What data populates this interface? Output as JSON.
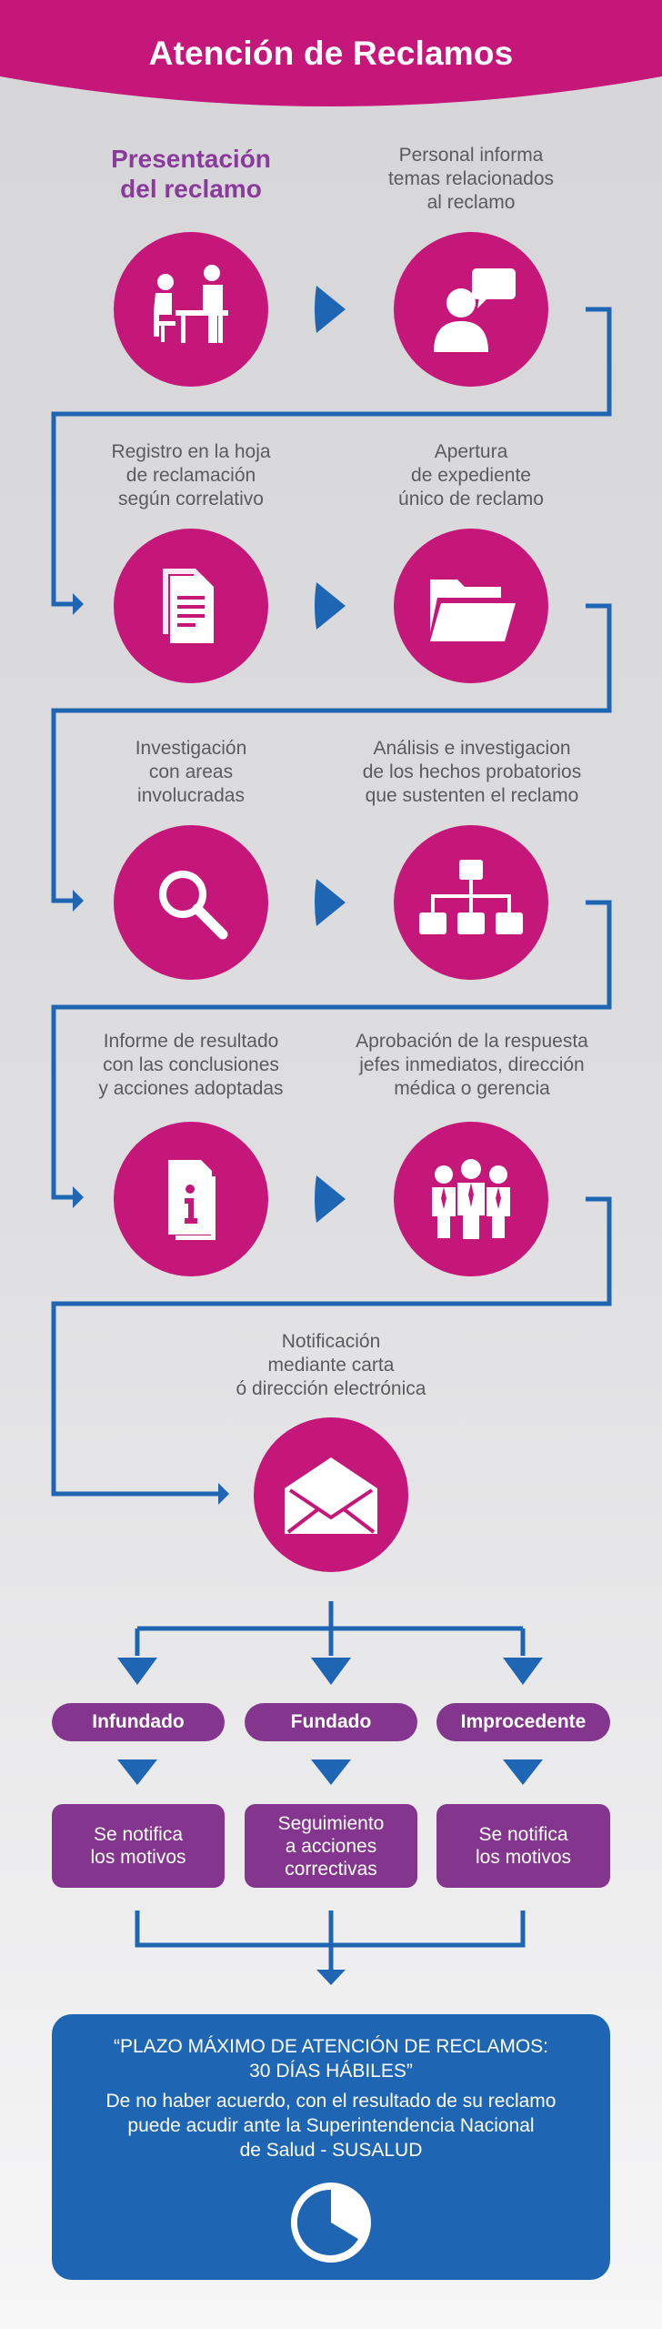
{
  "header": {
    "title": "Atención de Reclamos"
  },
  "steps": [
    {
      "text": "Presentación\ndel reclamo",
      "icon": "meeting-people-icon"
    },
    {
      "text": "Personal informa\ntemas relacionados\nal reclamo",
      "icon": "person-speech-icon"
    },
    {
      "text": "Registro en la hoja\nde reclamación\nsegún correlativo",
      "icon": "documents-icon"
    },
    {
      "text": "Apertura\nde expediente\núnico de reclamo",
      "icon": "folder-icon"
    },
    {
      "text": "Investigación\ncon areas\ninvolucradas",
      "icon": "magnifier-icon"
    },
    {
      "text": "Análisis e investigacion\nde los hechos probatorios\nque sustenten el reclamo",
      "icon": "hierarchy-icon"
    },
    {
      "text": "Informe de resultado\ncon las conclusiones\ny acciones adoptadas",
      "icon": "info-document-icon"
    },
    {
      "text": "Aprobación de la respuesta\njefes inmediatos, dirección\nmédica o gerencia",
      "icon": "team-icon"
    },
    {
      "text": "Notificación\nmediante carta\nó dirección electrónica",
      "icon": "envelope-icon"
    }
  ],
  "outcomes": [
    {
      "label": "Infundado",
      "result": "Se notifica\nlos motivos"
    },
    {
      "label": "Fundado",
      "result": "Seguimiento\na acciones\ncorrectivas"
    },
    {
      "label": "Improcedente",
      "result": "Se notifica\nlos motivos"
    }
  ],
  "info": {
    "title": "“PLAZO MÁXIMO DE ATENCIÓN DE RECLAMOS:\n30 DÍAS HÁBILES”",
    "body": "De no haber acuerdo, con el resultado de su reclamo\npuede acudir ante la Superintendencia Nacional\nde Salud - SUSALUD",
    "clock_icon": "clock-icon"
  },
  "colors": {
    "magenta": "#c51779",
    "purple": "#84368f",
    "blue": "#1e66b4",
    "text_gray": "#5b5b5e"
  }
}
